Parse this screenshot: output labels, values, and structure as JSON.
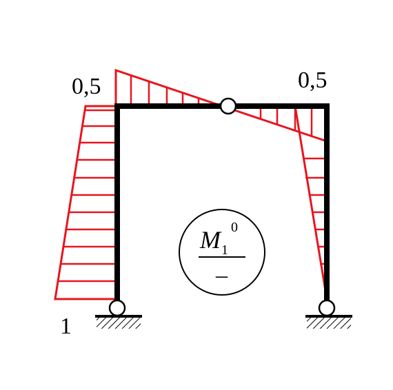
{
  "labels": {
    "left_top": "0,5",
    "right_top": "0,5",
    "left_bottom": "1"
  },
  "legend": {
    "symbol": "M",
    "subscript": "1",
    "superscript": "0",
    "denominator": "–"
  },
  "colors": {
    "frame": "#000000",
    "diagram": "#e8141c",
    "hatch": "#000000"
  }
}
